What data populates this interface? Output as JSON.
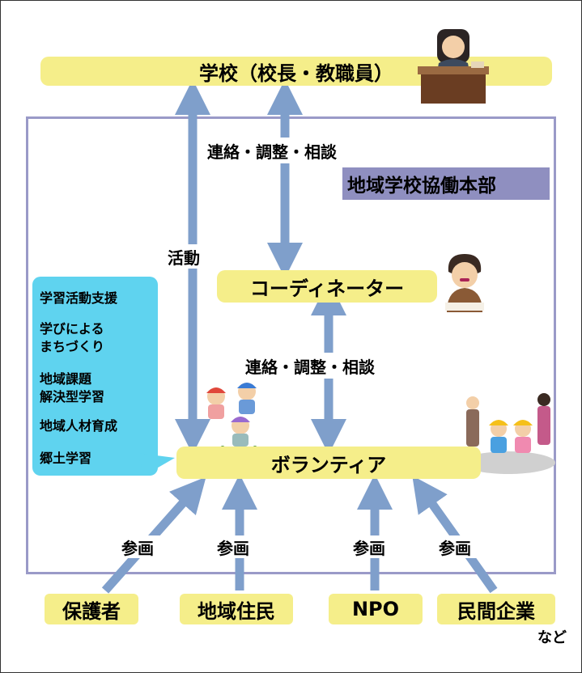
{
  "school": {
    "label": "学校（校長・教職員）"
  },
  "headquarters": {
    "label": "地域学校協働本部"
  },
  "coordinator": {
    "label": "コーディネーター"
  },
  "volunteer": {
    "label": "ボランティア"
  },
  "edges": {
    "school_coordinator": "連絡・調整・相談",
    "coordinator_volunteer": "連絡・調整・相談",
    "activity": "活動",
    "participate": "参画"
  },
  "activities": [
    "学習活動支援",
    "学びによる\nまちづくり",
    "地域課題\n解決型学習",
    "地域人材育成",
    "郷土学習"
  ],
  "participants": [
    "保護者",
    "地域住民",
    "NPO",
    "民間企業"
  ],
  "etc": "など",
  "colors": {
    "pill": "#f5ee8a",
    "arrow": "#7f9fcb",
    "activity_box": "#5fd3ef",
    "headquarters": "#8f8fc0",
    "frame": "#9a9ac8"
  }
}
